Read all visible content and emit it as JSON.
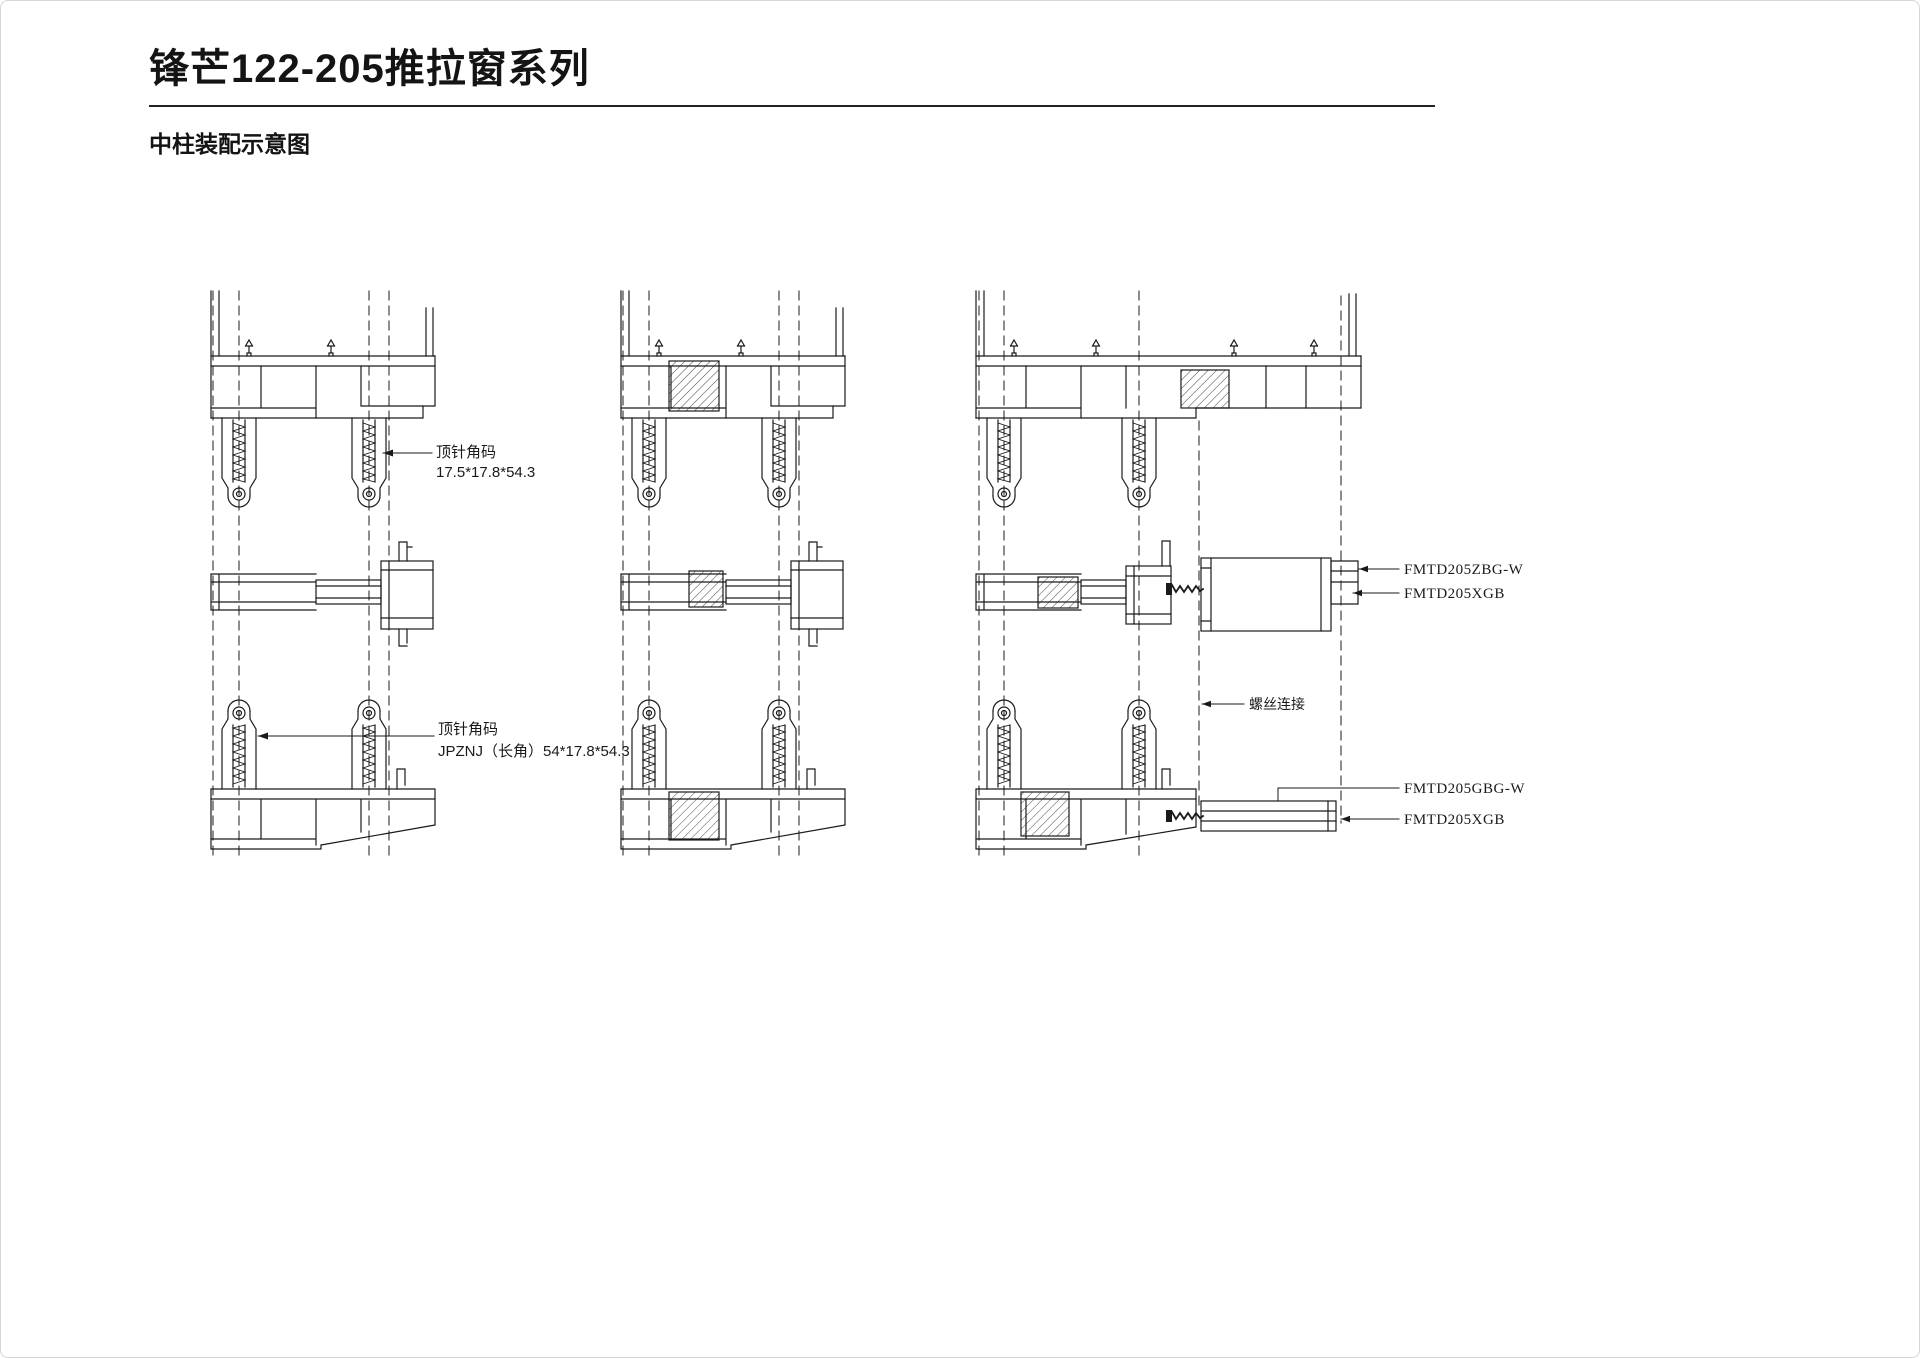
{
  "page": {
    "title": "锋芒122-205推拉窗系列",
    "subtitle": "中柱装配示意图"
  },
  "annotations": {
    "pin_bracket_top": {
      "line1": "顶针角码",
      "line2": "17.5*17.8*54.3"
    },
    "pin_bracket_bottom": {
      "line1": "顶针角码",
      "line2": "JPZNJ（长角）54*17.8*54.3"
    },
    "screw_connection": "螺丝连接",
    "parts": {
      "zbg_w": "FMTD205ZBG-W",
      "xgb_top": "FMTD205XGB",
      "gbg_w": "FMTD205GBG-W",
      "xgb_bottom": "FMTD205XGB"
    }
  },
  "colors": {
    "line": "#1a1a1a",
    "background": "#ffffff"
  }
}
